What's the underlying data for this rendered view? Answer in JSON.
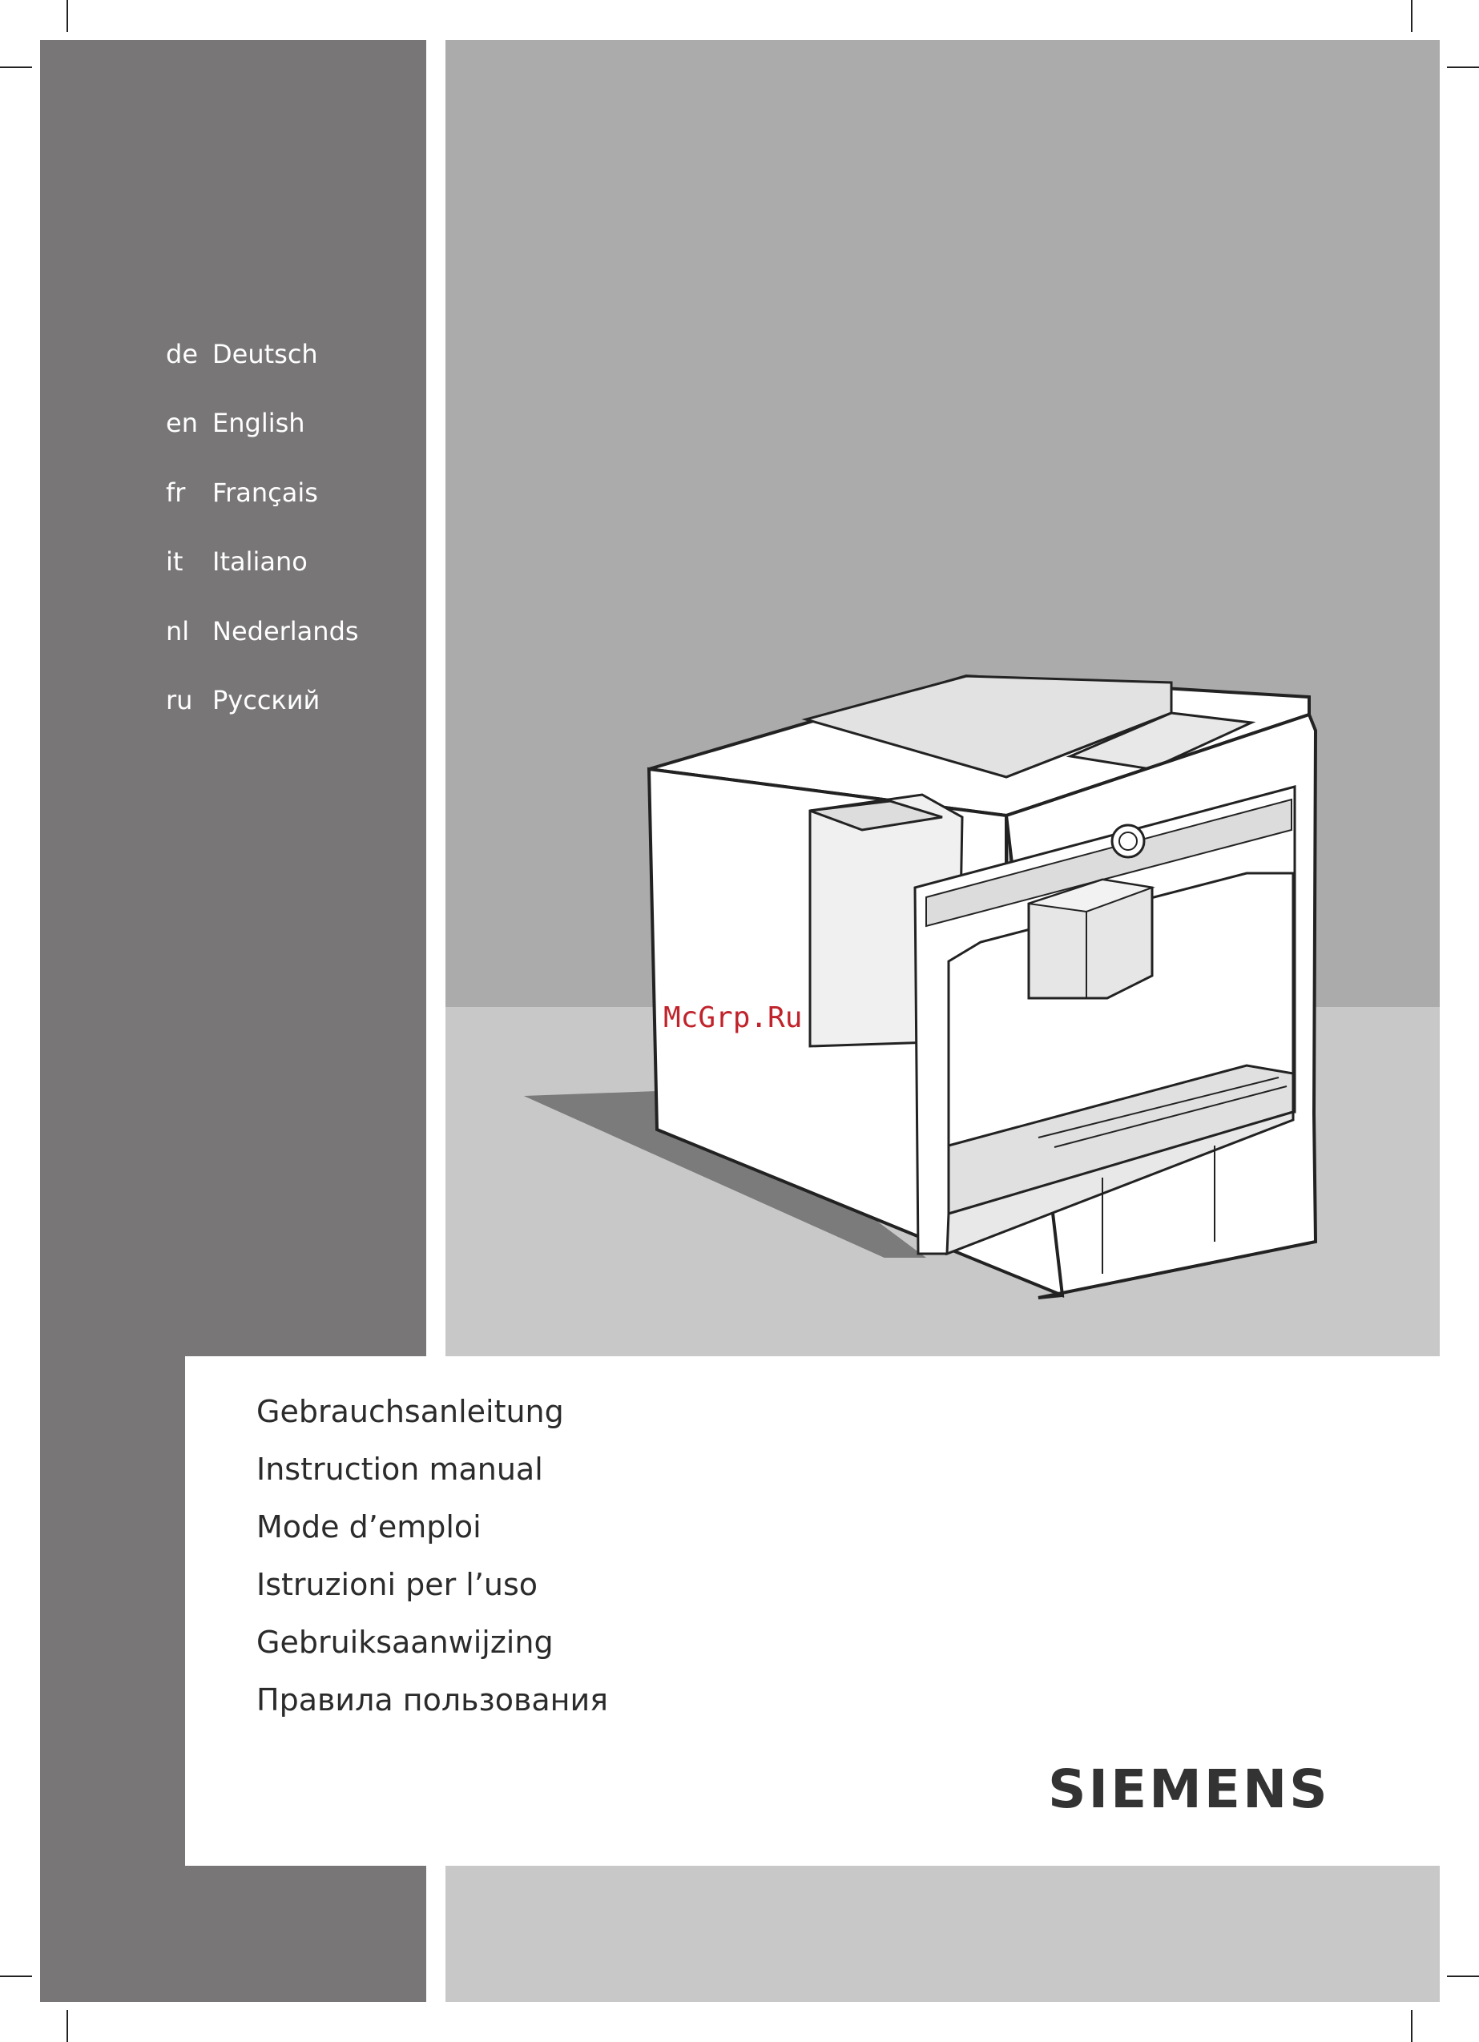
{
  "languages": [
    {
      "code": "de",
      "name": "Deutsch"
    },
    {
      "code": "en",
      "name": "English"
    },
    {
      "code": "fr",
      "name": "Français"
    },
    {
      "code": "it",
      "name": "Italiano"
    },
    {
      "code": "nl",
      "name": "Nederlands"
    },
    {
      "code": "ru",
      "name": "Русский"
    }
  ],
  "manual_titles": [
    "Gebrauchsanleitung",
    "Instruction manual",
    "Mode d’emploi",
    "Istruzioni per l’uso",
    "Gebruiksaanwijzing",
    "Правила пользования"
  ],
  "brand": "SIEMENS",
  "watermark": "McGrp.Ru",
  "colors": {
    "left_band": "#787677",
    "hero_top": "#ababab",
    "hero_floor": "#c8c8c8",
    "logo": "#333333",
    "watermark": "#c0232b"
  }
}
